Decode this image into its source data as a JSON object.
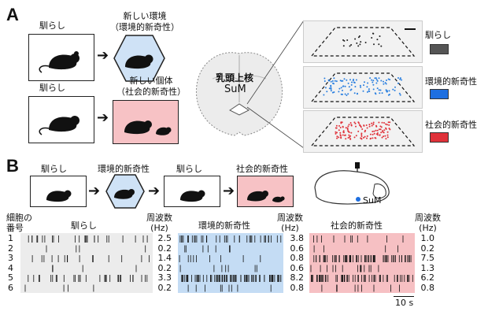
{
  "panel_a": {
    "letter": "A",
    "habituation_label_top": "馴らし",
    "habituation_label_bottom": "馴らし",
    "novel_env_label": "新しい環境\n（環境的新奇性）",
    "novel_indiv_label": "新しい個体\n（社会的新奇性）",
    "brain_label_bold": "乳頭上核",
    "brain_label": "SuM",
    "legend": [
      {
        "label": "馴らし",
        "color": "#555555"
      },
      {
        "label": "環境的新奇性",
        "color": "#1e6fe0"
      },
      {
        "label": "社会的新奇性",
        "color": "#e0323a"
      }
    ]
  },
  "panel_b": {
    "letter": "B",
    "seq_labels": [
      "馴らし",
      "環境的新奇性",
      "馴らし",
      "社会的新奇性"
    ],
    "sum_label": "SuM",
    "cell_header": "細胞の\n番号",
    "freq_header": "周波数\n(Hz)",
    "cell_numbers": [
      "1",
      "2",
      "3",
      "4",
      "5",
      "6"
    ],
    "conditions": [
      {
        "title": "馴らし",
        "bg": "#ececec",
        "freqs": [
          "2.5",
          "0.2",
          "1.4",
          "0.2",
          "3.3",
          "0.2"
        ]
      },
      {
        "title": "環境的新奇性",
        "bg": "#c4dcf4",
        "freqs": [
          "3.8",
          "0.6",
          "0.8",
          "0.6",
          "8.2",
          "0.8"
        ]
      },
      {
        "title": "社会的新奇性",
        "bg": "#f6c0c3",
        "freqs": [
          "1.0",
          "0.2",
          "7.5",
          "1.3",
          "6.2",
          "0.8"
        ]
      }
    ],
    "scale_bar": "10 s"
  }
}
